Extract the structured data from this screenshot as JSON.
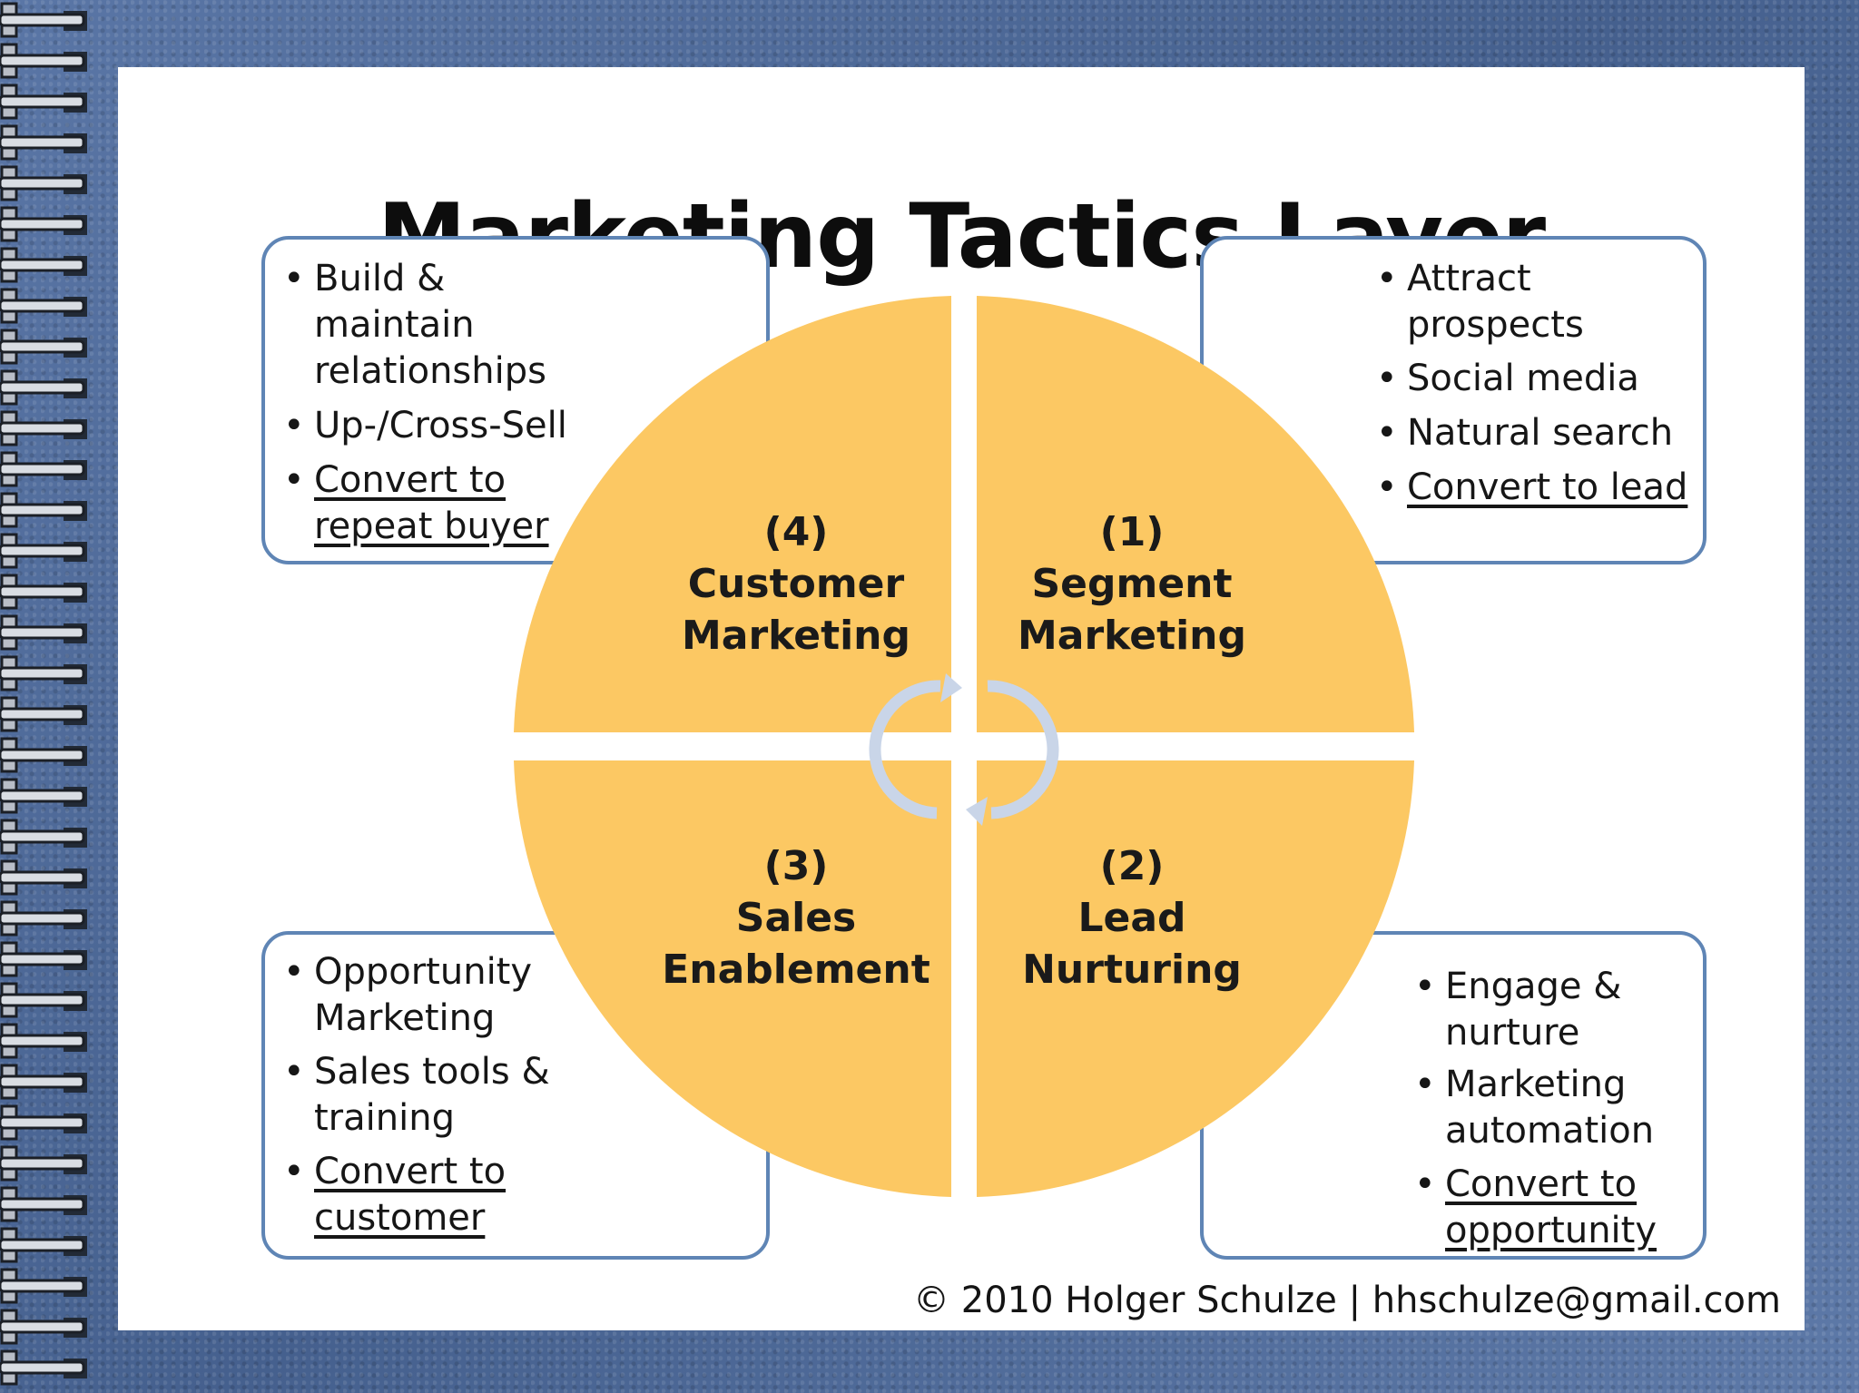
{
  "title": "Marketing Tactics Layer",
  "footer": "© 2010 Holger Schulze | hhschulze@gmail.com",
  "colors": {
    "quadrant_fill": "#fcc863",
    "box_border": "#5f85b5",
    "cycle_arrows": "#c9d5e8"
  },
  "quadrants": {
    "q4": {
      "number": "(4)",
      "name1": "Customer",
      "name2": "Marketing"
    },
    "q1": {
      "number": "(1)",
      "name1": "Segment",
      "name2": "Marketing"
    },
    "q3": {
      "number": "(3)",
      "name1": "Sales",
      "name2": "Enablement"
    },
    "q2": {
      "number": "(2)",
      "name1": "Lead",
      "name2": "Nurturing"
    }
  },
  "boxes": {
    "top_left": {
      "items": [
        "Build & maintain relationships",
        "Up-/Cross-Sell",
        "Convert to repeat buyer"
      ]
    },
    "top_right": {
      "items": [
        "Attract prospects",
        "Social media",
        "Natural search",
        "Convert to lead"
      ]
    },
    "bottom_left": {
      "items": [
        "Opportunity Marketing",
        "Sales tools & training",
        "Convert to customer"
      ]
    },
    "bottom_right": {
      "items": [
        "Engage & nurture",
        "Marketing automation",
        "Convert to opportunity"
      ]
    }
  },
  "icons": {
    "center": "cycle-arrows-icon"
  }
}
